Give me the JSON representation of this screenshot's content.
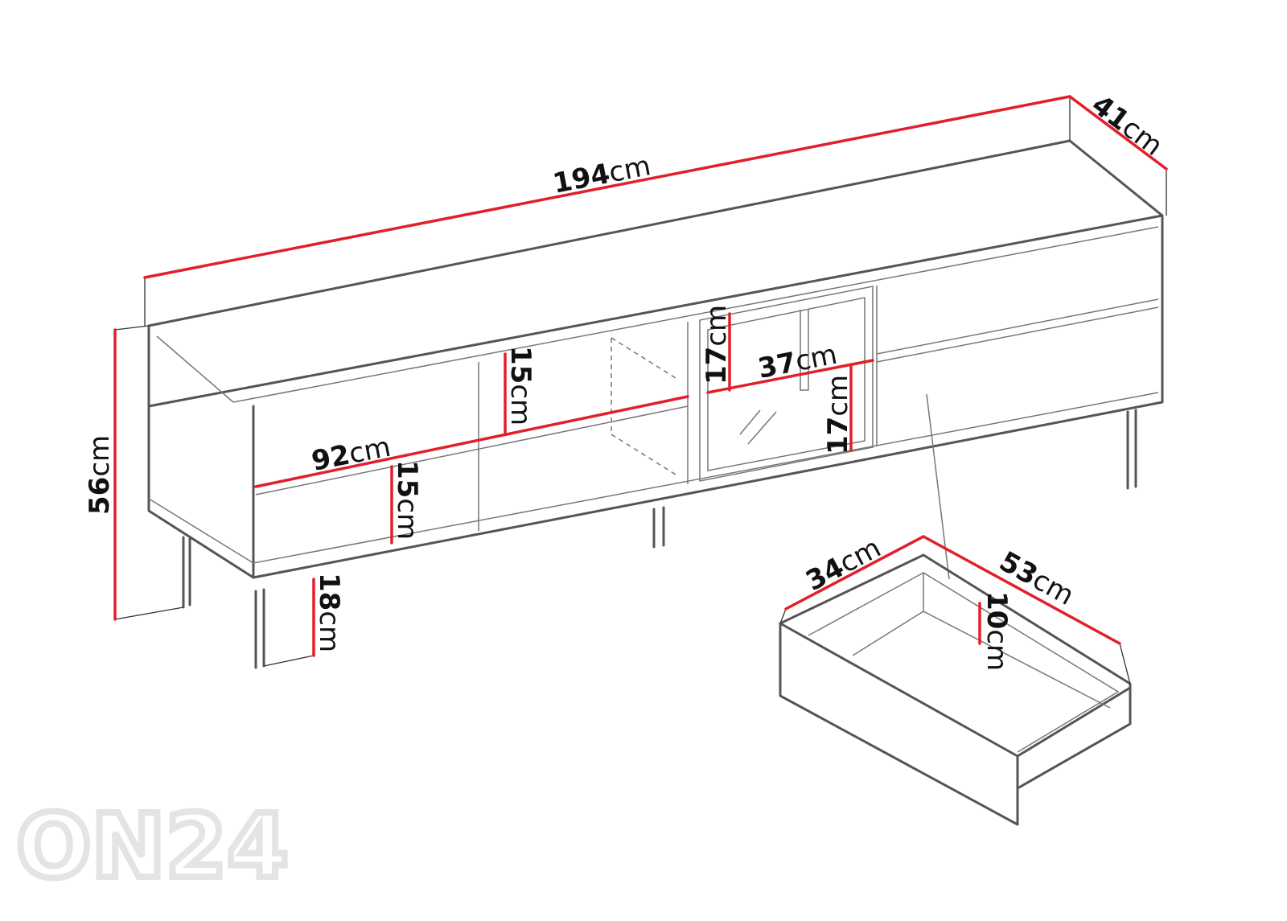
{
  "diagram": {
    "dimensions": {
      "width": {
        "value": "194",
        "unit": "cm"
      },
      "depth": {
        "value": "41",
        "unit": "cm"
      },
      "height": {
        "value": "56",
        "unit": "cm"
      },
      "shelf_width": {
        "value": "92",
        "unit": "cm"
      },
      "upper_shelf_height": {
        "value": "15",
        "unit": "cm"
      },
      "lower_drawer_height": {
        "value": "15",
        "unit": "cm"
      },
      "glass_upper_height": {
        "value": "17",
        "unit": "cm"
      },
      "glass_width": {
        "value": "37",
        "unit": "cm"
      },
      "glass_lower_height": {
        "value": "17",
        "unit": "cm"
      },
      "leg_height": {
        "value": "18",
        "unit": "cm"
      },
      "drawer_width": {
        "value": "34",
        "unit": "cm"
      },
      "drawer_depth": {
        "value": "53",
        "unit": "cm"
      },
      "drawer_height": {
        "value": "10",
        "unit": "cm"
      }
    },
    "watermark": "ON24",
    "colors": {
      "dimension_line": "#e0202a",
      "outline": "#555555"
    }
  }
}
